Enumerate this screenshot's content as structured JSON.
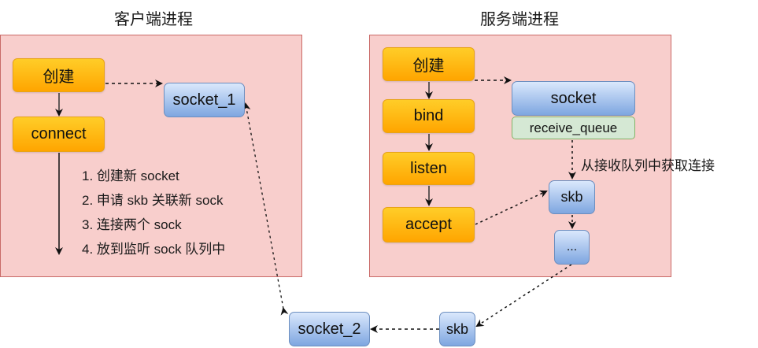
{
  "client": {
    "title": "客户端进程",
    "steps": [
      "创建",
      "connect"
    ],
    "socket": "socket_1",
    "notes": [
      "1. 创建新 socket",
      "2. 申请 skb 关联新 sock",
      "3. 连接两个 sock",
      "4. 放到监听 sock 队列中"
    ]
  },
  "server": {
    "title": "服务端进程",
    "steps": [
      "创建",
      "bind",
      "listen",
      "accept"
    ],
    "socket": "socket",
    "queue": "receive_queue",
    "queue_note": "从接收队列中获取连接",
    "skb": "skb",
    "more": "..."
  },
  "bottom": {
    "socket": "socket_2",
    "skb": "skb"
  }
}
